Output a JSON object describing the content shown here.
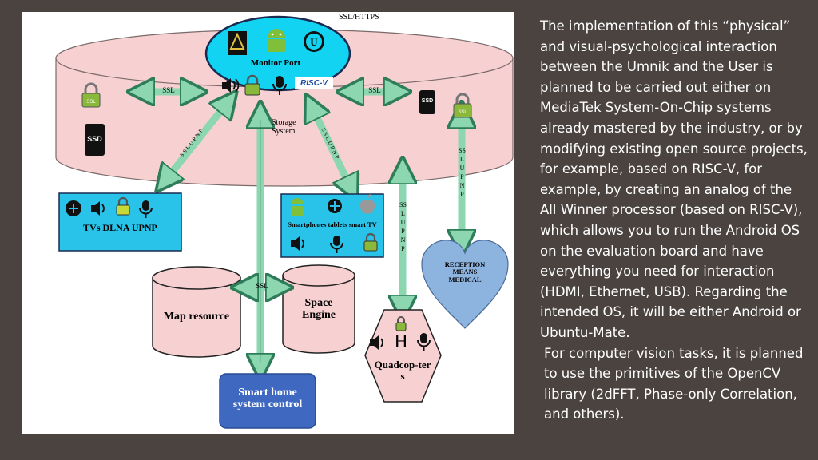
{
  "diagram": {
    "top_label": "SSL/HTTPS",
    "monitor_port": "Monitor Port",
    "storage_system": "Storage System",
    "risc_badge": "RISC-V",
    "tvs_box": "TVs DLNA UPNP",
    "smartphones_box": "Smartphones tablets smart TV",
    "map_resource": "Map resource",
    "space_engine": "Space Engine",
    "smart_home": "Smart home system control",
    "quadcopters": "Quadcop-ters",
    "reception": "RECEPTION MEANS MEDICAL",
    "ssl": "SSL",
    "ssd": "SSD",
    "ssl_upnp": "SSLUPNP",
    "vertical_ssl_upnp": "SSLUPNP",
    "hex_h": "H"
  },
  "slide_text": {
    "paragraph1": "The implementation of this “physical” and visual-psychological interaction between the Umnik and the User is planned to be carried out either on MediaTek System-On-Chip systems already mastered by the industry, or by modifying existing open source projects, for example, based on RISC-V, for example, by creating an analog of the All Winner processor (based on RISC-V), which allows you to run the Android OS on the evaluation board and have everything you need for interaction (HDMI, Ethernet, USB). Regarding the intended OS, it will be either Android or Ubuntu-Mate.",
    "paragraph2": "For computer vision tasks, it is planned to use the primitives of the OpenCV library (2dFFT, Phase-only Correlation, and others)."
  },
  "colors": {
    "background": "#4a4340",
    "storage_pink": "#f7d0d2",
    "monitor_cyan": "#12d3f2",
    "box_cyan": "#29c2e8",
    "arrow_green": "#8cd6b0",
    "smart_home_blue": "#3f68c0",
    "heart_blue": "#8db3df"
  }
}
